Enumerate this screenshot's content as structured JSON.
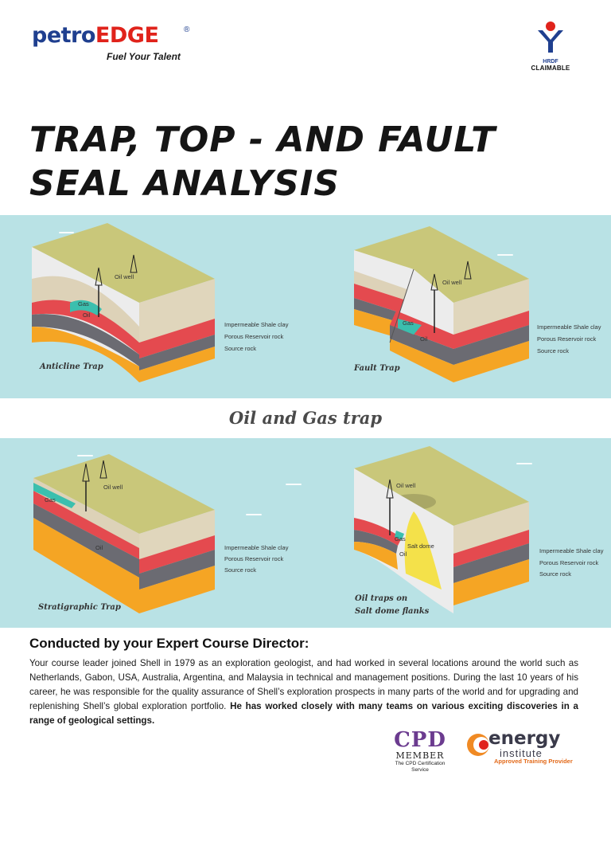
{
  "header": {
    "logo_petro": "petro",
    "logo_edge": "EDGE",
    "logo_registered": "®",
    "logo_tagline": "Fuel Your Talent",
    "hrdf_label": "HRDF",
    "hrdf_claimable": "CLAIMABLE"
  },
  "title": {
    "line1": "TRAP, TOP - AND FAULT",
    "line2": "SEAL ANALYSIS"
  },
  "diagram": {
    "main_title": "Oil and Gas trap",
    "oil_well": "Oil well",
    "gas": "Gas",
    "oil": "Oil",
    "salt_dome": "Salt dome",
    "legend_shale": "Impermeable Shale clay",
    "legend_reservoir": "Porous Reservoir rock",
    "legend_source": "Source rock",
    "trap_anticline": "Anticline Trap",
    "trap_fault": "Fault Trap",
    "trap_strat": "Stratigraphic Trap",
    "trap_salt_line1": "Oil traps on",
    "trap_salt_line2": "Salt dome flanks",
    "colors": {
      "background": "#b9e2e5",
      "surface": "#c9c77a",
      "shale": "#ddd2b8",
      "light_layer": "#ececec",
      "reservoir": "#e44a4f",
      "source": "#f5a524",
      "dark": "#6b6b72",
      "gas": "#3bbfae"
    }
  },
  "course": {
    "heading": "Conducted by your Expert Course Director:",
    "body_plain": "Your course leader joined Shell in 1979 as an exploration geologist, and had worked in several locations around the world such as Netherlands, Gabon, USA, Australia, Argentina, and Malaysia in technical and management positions. During the last 10 years of his career, he was responsible for the quality assurance of Shell’s exploration prospects in many parts of the world and for upgrading and replenishing Shell’s global exploration portfolio. ",
    "body_bold": "He has worked closely with many teams on various exciting discoveries in a range of geological settings."
  },
  "badges": {
    "cpd_big": "CPD",
    "cpd_member": "MEMBER",
    "cpd_service": "The CPD Certification Service",
    "ei_name": "energy",
    "ei_institute": "institute",
    "ei_provider": "Approved Training Provider"
  }
}
